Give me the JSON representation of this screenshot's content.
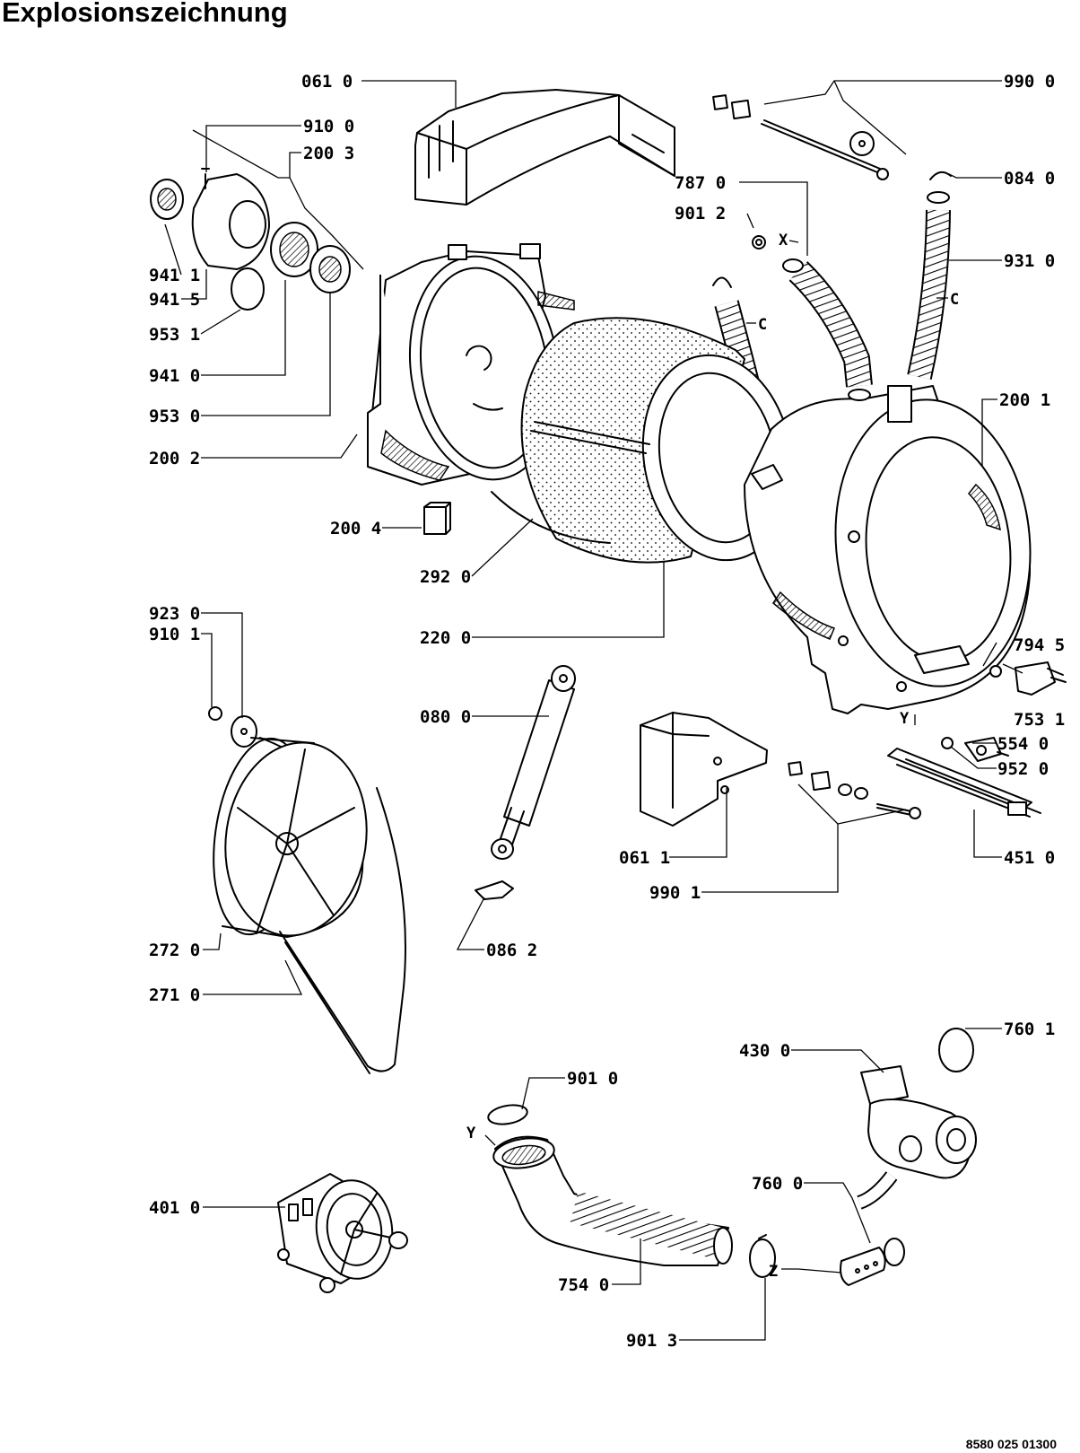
{
  "title": "Explosionszeichnung",
  "document_number": "8580 025 01300",
  "callouts": [
    "061 0",
    "910 0",
    "200 3",
    "990 0",
    "084 0",
    "787 0",
    "901 2",
    "931 0",
    "941 1",
    "941 5",
    "953 1",
    "941 0",
    "953 0",
    "200 2",
    "200 1",
    "200 4",
    "292 0",
    "220 0",
    "923 0",
    "910 1",
    "080 0",
    "794 5",
    "753 1",
    "554 0",
    "952 0",
    "061 1",
    "990 1",
    "451 0",
    "086 2",
    "272 0",
    "271 0",
    "760 1",
    "430 0",
    "901 0",
    "760 0",
    "401 0",
    "754 0",
    "901 3"
  ],
  "markers": [
    "X",
    "C",
    "C",
    "Y",
    "Y",
    "Z"
  ]
}
